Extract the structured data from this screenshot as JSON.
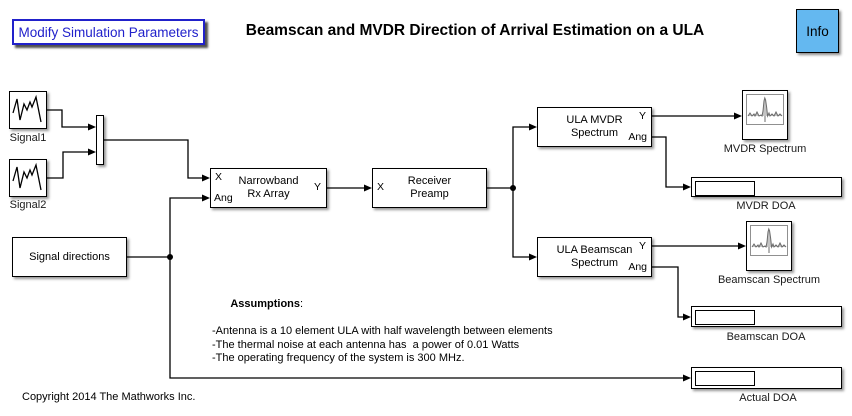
{
  "header": {
    "modify_button_label": "Modify Simulation Parameters",
    "title": "Beamscan and MVDR Direction of Arrival Estimation on a ULA",
    "info_label": "Info"
  },
  "blocks": {
    "signal1": {
      "label": "Signal1"
    },
    "signal2": {
      "label": "Signal2"
    },
    "signal_directions": {
      "label": "Signal directions"
    },
    "narrowband_rx_array": {
      "name_line1": "Narrowband",
      "name_line2": "Rx Array",
      "port_x": "X",
      "port_ang": "Ang",
      "port_y": "Y"
    },
    "receiver_preamp": {
      "name_line1": "Receiver",
      "name_line2": "Preamp",
      "port_x": "X"
    },
    "ula_mvdr_spectrum": {
      "name_line1": "ULA MVDR",
      "name_line2": "Spectrum",
      "port_y": "Y",
      "port_ang": "Ang"
    },
    "ula_beamscan_spectrum": {
      "name_line1": "ULA Beamscan",
      "name_line2": "Spectrum",
      "port_y": "Y",
      "port_ang": "Ang"
    },
    "mvdr_spectrum_scope": {
      "label": "MVDR Spectrum"
    },
    "beamscan_spectrum_scope": {
      "label": "Beamscan Spectrum"
    },
    "mvdr_doa_display": {
      "label": "MVDR DOA"
    },
    "beamscan_doa_display": {
      "label": "Beamscan DOA"
    },
    "actual_doa_display": {
      "label": "Actual DOA"
    }
  },
  "annotations": {
    "assumptions_heading": "Assumptions",
    "assumptions_colon": ":",
    "assumptions_lines": [
      "-Antenna is a 10 element ULA with half wavelength between elements",
      "-The thermal noise at each antenna has  a power of 0.01 Watts",
      "-The operating frequency of the system is 300 MHz."
    ],
    "copyright": "Copyright 2014 The Mathworks Inc."
  },
  "colors": {
    "link_blue": "#2121CB",
    "info_bg": "#64B8F0",
    "wire": "#000000",
    "background": "#FFFFFF"
  }
}
